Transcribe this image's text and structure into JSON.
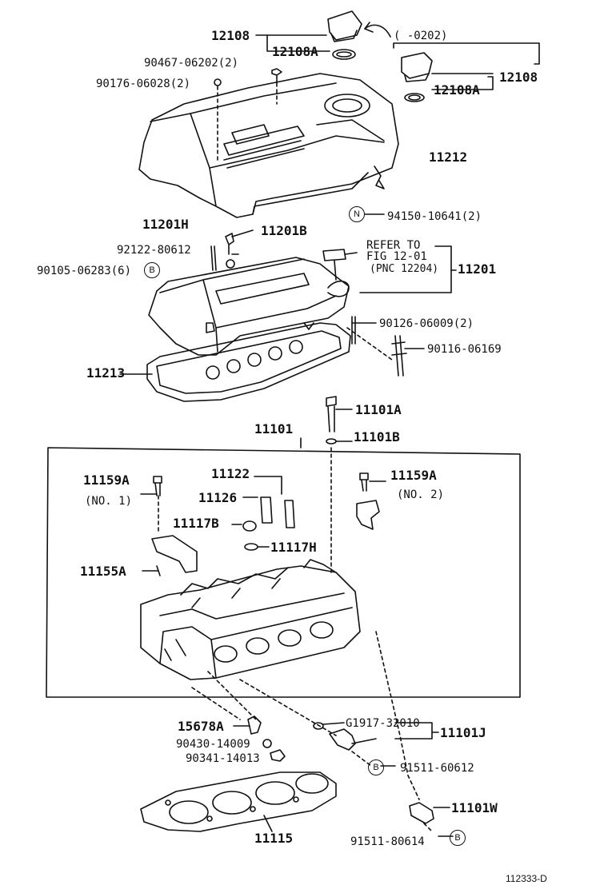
{
  "diagram": {
    "drawing_number": "112333-D",
    "labels": {
      "p12108_top": "12108",
      "p12108a_top": "12108A",
      "range_note": "(      -0202)",
      "p12108_right": "12108",
      "p12108a_right": "12108A",
      "p90467": "90467-06202(2)",
      "p90176": "90176-06028(2)",
      "p11212": "11212",
      "p11201h": "11201H",
      "p11201b": "11201B",
      "p94150": "94150-10641(2)",
      "p92122": "92122-80612",
      "p90105": "90105-06283(6)",
      "refer_line1": "REFER TO",
      "refer_line2": "FIG 12-01",
      "refer_line3": "(PNC 12204)",
      "p11201": "11201",
      "p90126": "90126-06009(2)",
      "p90116": "90116-06169",
      "p11213": "11213",
      "p11101a": "11101A",
      "p11101": "11101",
      "p11101b": "11101B",
      "p11159a_1": "11159A",
      "no1": "(NO. 1)",
      "p11122": "11122",
      "p11159a_2": "11159A",
      "no2": "(NO. 2)",
      "p11126": "11126",
      "p11117b": "11117B",
      "p11117h": "11117H",
      "p11155a": "11155A",
      "p15678a": "15678A",
      "pG1917": "G1917-32010",
      "p11101j": "11101J",
      "p90430": "90430-14009",
      "p90341": "90341-14013",
      "p91511_60612": "91511-60612",
      "p11101w": "11101W",
      "p11115": "11115",
      "p91511_80614": "91511-80614"
    },
    "markers": {
      "n": "N",
      "b1": "B",
      "b2": "B",
      "b3": "B"
    }
  }
}
